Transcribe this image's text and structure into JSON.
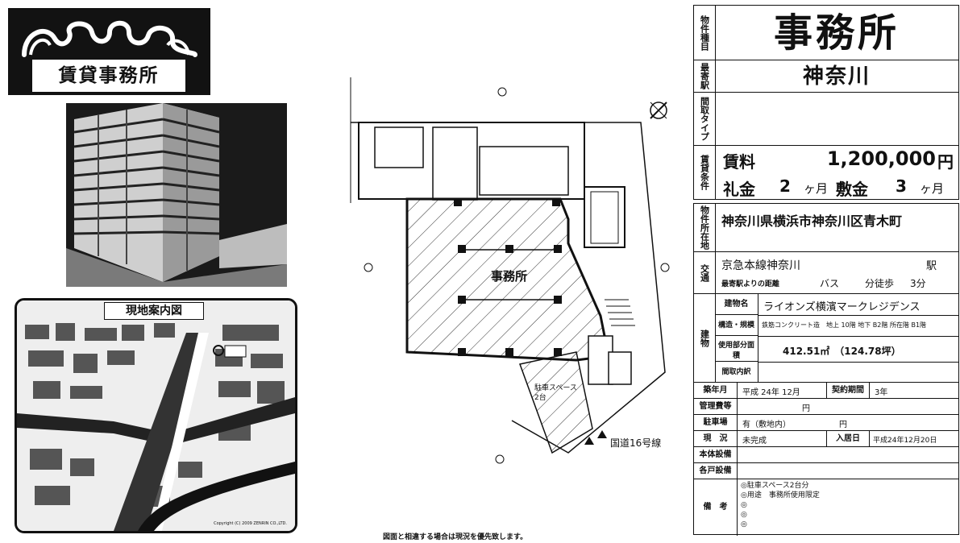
{
  "logo": {
    "text": "賃貸事務所"
  },
  "map": {
    "title": "現地案内図",
    "copyright": "Copyright (C) 2009 ZENRIN CO.,LTD."
  },
  "plan": {
    "room_label": "事務所",
    "parking_label": "駐車スペース\n2台",
    "road_label": "国道16号線",
    "footnote": "図面と相違する場合は現況を優先致します。"
  },
  "info": {
    "type_header": "物件種目",
    "type_value": "事務所",
    "station_header": "最寄駅",
    "station_value": "神奈川",
    "layout_header": "間取タイプ",
    "terms_header": "賃貸条件",
    "rent_label": "賃料",
    "rent_value": "1,200,000",
    "rent_unit": "円",
    "key_money_label": "礼金",
    "key_money_value": "2",
    "month_unit_1": "ヶ月",
    "deposit_label": "敷金",
    "deposit_value": "3",
    "month_unit_2": "ヶ月",
    "location_header": "物件所在地",
    "address": "神奈川県横浜市神奈川区青木町",
    "transport_header": "交通",
    "line": "京急本線神奈川",
    "station_suffix": "駅",
    "distance_label": "最寄駅よりの距離",
    "bus_label": "バス",
    "walk_label": "分徒歩",
    "walk_value": "3分",
    "building_header": "建物",
    "name_label": "建物名",
    "name_value": "ライオンズ横濱マークレジデンス",
    "structure_label": "構造・規模",
    "structure_value": "鉄筋コンクリート造　地上 10階 地下 B2階 所在階 B1階",
    "area_label": "使用部分面積",
    "area_value": "412.51㎡　（124.78坪）",
    "plan_label": "間取内訳",
    "built_label": "築年月",
    "built_value": "平成 24年 12月",
    "contract_label": "契約期間",
    "contract_value": "3年",
    "mgmt_label": "管理費等",
    "mgmt_value": "円",
    "parking_label": "駐車場",
    "parking_value": "有（敷地内）",
    "parking_yen": "円",
    "status_label": "現　況",
    "status_value": "未完成",
    "move_label": "入居日",
    "move_value": "平成24年12月20日",
    "equip_label": "本体設備",
    "facility_label": "各戸設備",
    "notes_label": "備　考",
    "notes": [
      "◎駐車スペース2台分",
      "◎用途　事務所使用限定",
      "◎",
      "◎",
      "◎"
    ]
  }
}
